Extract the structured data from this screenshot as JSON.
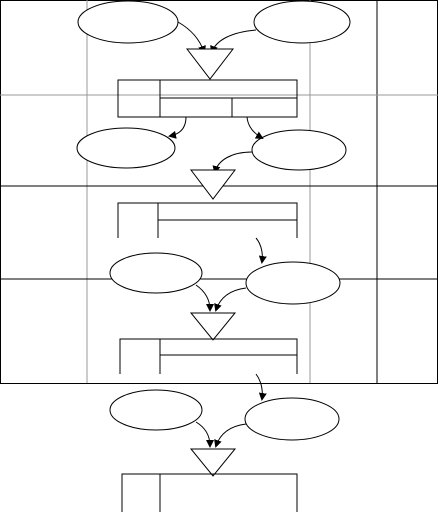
{
  "diagram": {
    "colors": {
      "stroke": "#000000",
      "grid": "#999999",
      "background": "#ffffff"
    },
    "ellipses": [
      {
        "id": "e1",
        "label": ""
      },
      {
        "id": "e2",
        "label": ""
      },
      {
        "id": "e3",
        "label": ""
      },
      {
        "id": "e4",
        "label": ""
      },
      {
        "id": "e5",
        "label": ""
      },
      {
        "id": "e6",
        "label": ""
      },
      {
        "id": "e7",
        "label": ""
      },
      {
        "id": "e8",
        "label": ""
      }
    ],
    "triangles": [
      "t1",
      "t2",
      "t3",
      "t4"
    ],
    "blocks": [
      "b1",
      "b2",
      "b3",
      "b4"
    ]
  }
}
